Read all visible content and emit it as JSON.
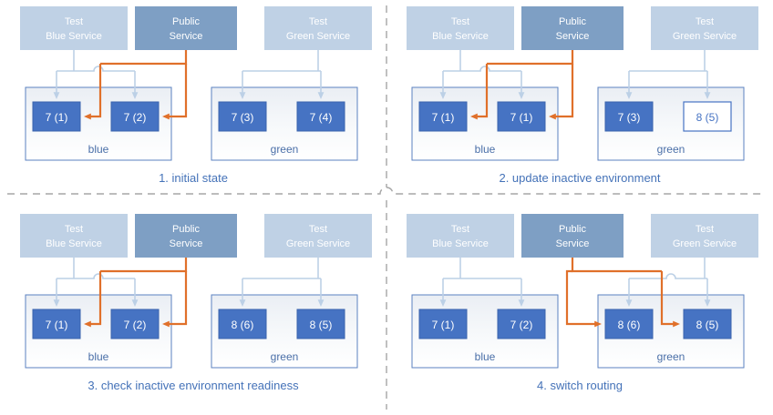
{
  "colors": {
    "service_light": "#bfd1e5",
    "service_dark": "#7e9fc4",
    "node_fill": "#4673c3",
    "node_border": "#3a63ad",
    "node_white_fill": "#ffffff",
    "node_white_text": "#4673c3",
    "env_fill": "#f2f4f8",
    "env_border": "#5b82c0",
    "arrow_blue": "#bcd0e6",
    "arrow_orange": "#e0702a",
    "caption": "#4472b8",
    "env_label": "#4a6fa8",
    "divider": "#a6a6a6",
    "background": "#ffffff"
  },
  "services": {
    "test_blue": "Test\nBlue Service",
    "test_blue_line1": "Test",
    "test_blue_line2": "Blue Service",
    "public_line1": "Public",
    "public_line2": "Service",
    "test_green_line1": "Test",
    "test_green_line2": "Green Service"
  },
  "environments": {
    "blue_label": "blue",
    "green_label": "green"
  },
  "panels": [
    {
      "id": "panel-1",
      "caption": "1. initial state",
      "blue_nodes": [
        {
          "label": "7 (1)",
          "style": "filled"
        },
        {
          "label": "7 (2)",
          "style": "filled"
        }
      ],
      "green_nodes": [
        {
          "label": "7 (3)",
          "style": "filled"
        },
        {
          "label": "7 (4)",
          "style": "filled"
        }
      ],
      "public_routes_to": "blue",
      "test_blue_active": true,
      "test_green_active": true
    },
    {
      "id": "panel-2",
      "caption": "2. update inactive environment",
      "blue_nodes": [
        {
          "label": "7 (1)",
          "style": "filled"
        },
        {
          "label": "7 (1)",
          "style": "filled"
        }
      ],
      "green_nodes": [
        {
          "label": "7 (3)",
          "style": "filled"
        },
        {
          "label": "8 (5)",
          "style": "outline"
        }
      ],
      "public_routes_to": "blue",
      "test_blue_active": true,
      "test_green_active": true
    },
    {
      "id": "panel-3",
      "caption": "3. check inactive environment readiness",
      "blue_nodes": [
        {
          "label": "7 (1)",
          "style": "filled"
        },
        {
          "label": "7 (2)",
          "style": "filled"
        }
      ],
      "green_nodes": [
        {
          "label": "8 (6)",
          "style": "filled"
        },
        {
          "label": "8 (5)",
          "style": "filled"
        }
      ],
      "public_routes_to": "blue",
      "test_blue_active": true,
      "test_green_active": true
    },
    {
      "id": "panel-4",
      "caption": "4. switch routing",
      "blue_nodes": [
        {
          "label": "7 (1)",
          "style": "filled"
        },
        {
          "label": "7 (2)",
          "style": "filled"
        }
      ],
      "green_nodes": [
        {
          "label": "8 (6)",
          "style": "filled"
        },
        {
          "label": "8 (5)",
          "style": "filled"
        }
      ],
      "public_routes_to": "green",
      "test_blue_active": true,
      "test_green_active": true
    }
  ]
}
